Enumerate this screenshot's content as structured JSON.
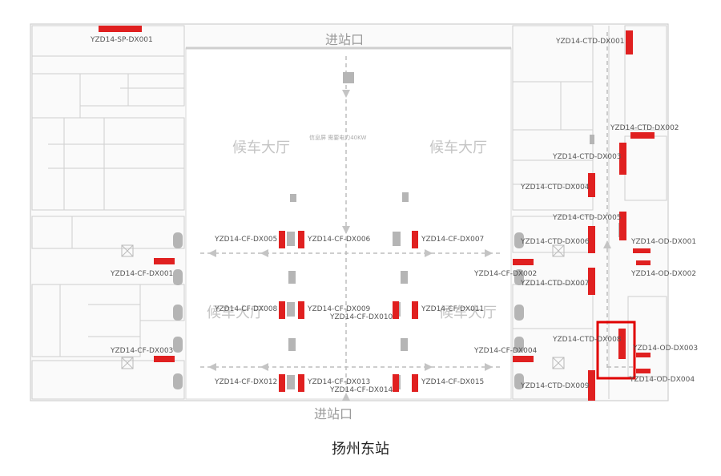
{
  "caption": "扬州东站",
  "colors": {
    "device": "#e02020",
    "highlight": "#e00000",
    "wall": "#cccccc",
    "path": "#bdbdbd"
  },
  "entrances": {
    "top": "进站口",
    "bottom": "进站口"
  },
  "halls": {
    "left_top": "候车大厅",
    "right_top": "候车大厅",
    "left_mid": "候车大厅",
    "right_mid": "候车大厅"
  },
  "note": "信息屏 需要电力40KW",
  "labels": {
    "sp1": "YZD14-SP-DX001",
    "ctd1": "YZD14-CTD-DX001",
    "ctd2": "YZD14-CTD-DX002",
    "ctd3": "YZD14-CTD-DX003",
    "ctd4": "YZD14-CTD-DX004",
    "ctd5": "YZD14-CTD-DX005",
    "ctd6": "YZD14-CTD-DX006",
    "ctd7": "YZD14-CTD-DX007",
    "ctd8": "YZD14-CTD-DX008",
    "ctd9": "YZD14-CTD-DX009",
    "cf1": "YZD14-CF-DX001",
    "cf2": "YZD14-CF-DX002",
    "cf3": "YZD14-CF-DX003",
    "cf4": "YZD14-CF-DX004",
    "cf5": "YZD14-CF-DX005",
    "cf6": "YZD14-CF-DX006",
    "cf7": "YZD14-CF-DX007",
    "cf8": "YZD14-CF-DX008",
    "cf9": "YZD14-CF-DX009",
    "cf10": "YZD14-CF-DX010",
    "cf11": "YZD14-CF-DX011",
    "cf12": "YZD14-CF-DX012",
    "cf13": "YZD14-CF-DX013",
    "cf14": "YZD14-CF-DX014",
    "cf15": "YZD14-CF-DX015",
    "od1": "YZD14-OD-DX001",
    "od2": "YZD14-OD-DX002",
    "od3": "YZD14-OD-DX003",
    "od4": "YZD14-OD-DX004"
  }
}
